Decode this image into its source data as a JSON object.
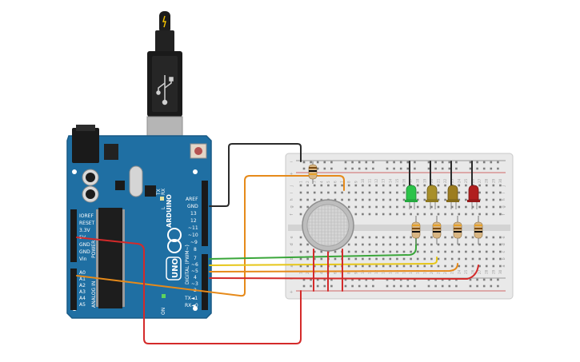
{
  "colors": {
    "board": "#1f6fa3",
    "breadboard": "#e9e9e9",
    "wire_black": "#2b2b2b",
    "wire_orange": "#e68a1a",
    "wire_red": "#d42a2a",
    "wire_green": "#3aa63a",
    "wire_yellow": "#e6c619",
    "led_green": "#2cc34a",
    "led_yellow": "#a88f2a",
    "led_yellow2": "#9c7d20",
    "led_red": "#b01f1f"
  },
  "arduino": {
    "brand": "ARDUINO",
    "model": "UNO",
    "digital_label": "DIGITAL (PWM~)",
    "analog_label": "ANALOG IN",
    "power_label": "POWER",
    "on_label": "ON",
    "tx_label": "TX",
    "rx_label": "RX",
    "l_label": "L",
    "tx_pin_label": "TX◄1",
    "rx_pin_label": "RX◄0",
    "power_pins": [
      "IOREF",
      "RESET",
      "3.3V",
      "5V",
      "GND",
      "GND",
      "Vin"
    ],
    "analog_pins": [
      "A0",
      "A1",
      "A2",
      "A3",
      "A4",
      "A5"
    ],
    "digital_pins_top": [
      "AREF",
      "GND",
      "13",
      "12",
      "~11",
      "~10",
      "~9",
      "8"
    ],
    "digital_pins_bottom": [
      "7",
      "~6",
      "~5",
      "4",
      "~3",
      "2"
    ]
  },
  "breadboard": {
    "column_numbers": [
      "1",
      "2",
      "3",
      "4",
      "5",
      "6",
      "7",
      "8",
      "9",
      "10",
      "11",
      "12",
      "13",
      "14",
      "15",
      "16",
      "17",
      "18",
      "19",
      "20",
      "21",
      "22",
      "23",
      "24",
      "25",
      "26",
      "27",
      "28",
      "29",
      "30"
    ],
    "rows_top": [
      "j",
      "i",
      "h",
      "g",
      "f"
    ],
    "rows_bottom": [
      "e",
      "d",
      "c",
      "b",
      "a"
    ],
    "rail_minus": "−",
    "rail_plus": "+"
  }
}
